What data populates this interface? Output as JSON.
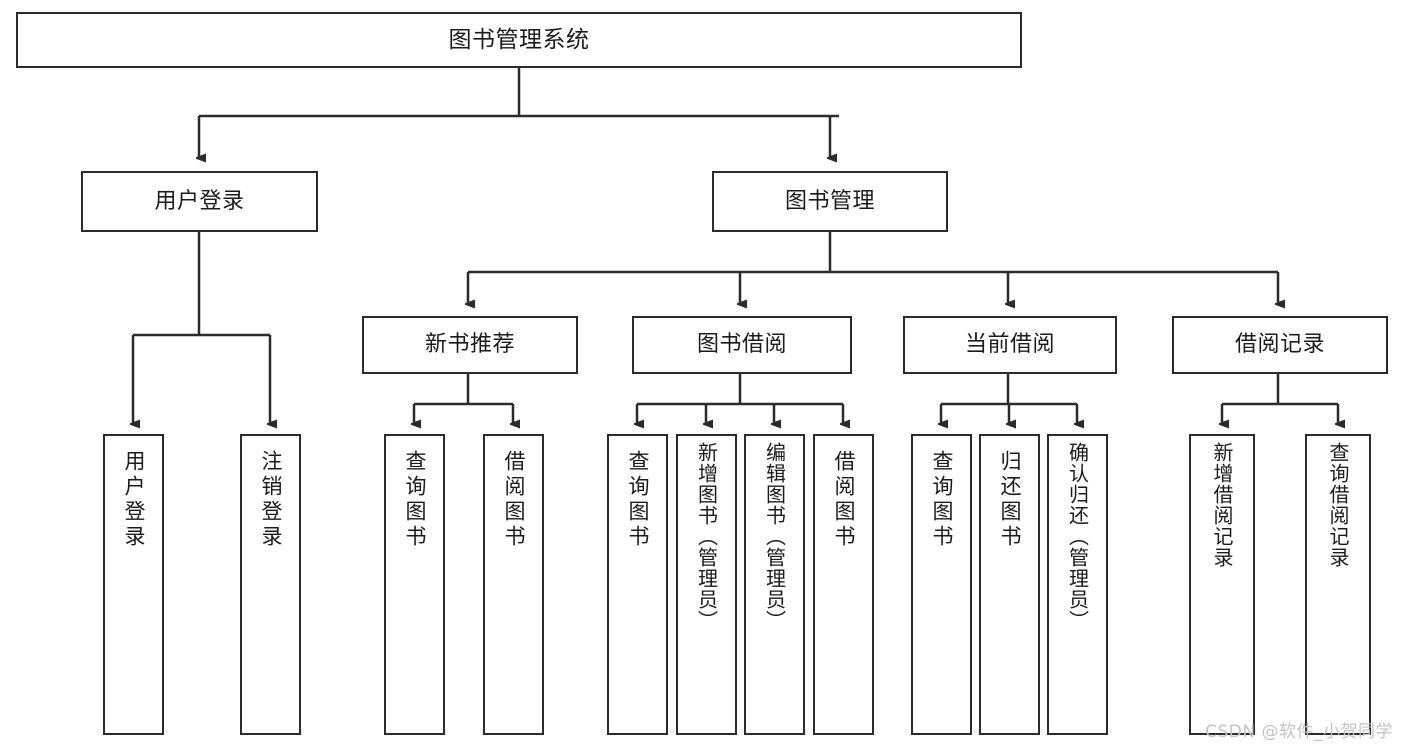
{
  "diagram": {
    "title": "图书管理系统",
    "watermark": "CSDN @软件_小贺同学",
    "line_color": "#2b2b2b",
    "box_fill": "#ffffff",
    "text_color": "#1b1b1b",
    "watermark_color": "#c3c3c3",
    "background": "#ffffff"
  },
  "nodes": {
    "root": {
      "label": "图书管理系统"
    },
    "level2": [
      {
        "label": "用户登录"
      },
      {
        "label": "图书管理"
      }
    ],
    "level3": [
      {
        "label": "新书推荐"
      },
      {
        "label": "图书借阅"
      },
      {
        "label": "当前借阅"
      },
      {
        "label": "借阅记录"
      }
    ],
    "leaves": {
      "user_login": [
        {
          "label": "用户登录"
        },
        {
          "label": "注销登录"
        }
      ],
      "new_book": [
        {
          "label": "查询图书"
        },
        {
          "label": "借阅图书"
        }
      ],
      "book_borrow": [
        {
          "label": "查询图书"
        },
        {
          "label": "新增图书（管理员）"
        },
        {
          "label": "编辑图书（管理员）"
        },
        {
          "label": "借阅图书"
        }
      ],
      "current_borrow": [
        {
          "label": "查询图书"
        },
        {
          "label": "归还图书"
        },
        {
          "label": "确认归还（管理员）"
        }
      ],
      "borrow_record": [
        {
          "label": "新增借阅记录"
        },
        {
          "label": "查询借阅记录"
        }
      ]
    }
  }
}
